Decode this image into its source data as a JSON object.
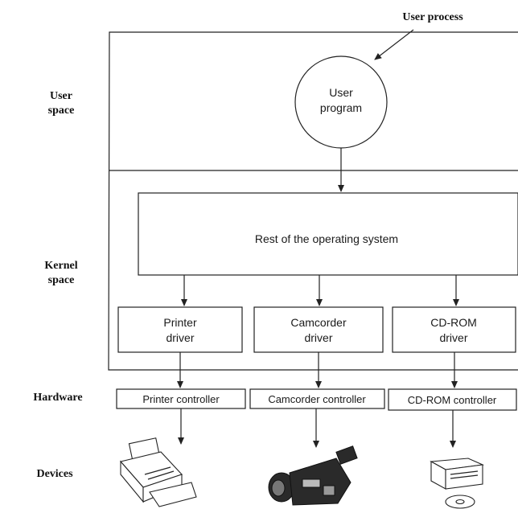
{
  "layers": {
    "user_space": [
      "User",
      "space"
    ],
    "kernel_space": [
      "Kernel",
      "space"
    ],
    "hardware": "Hardware",
    "devices": "Devices"
  },
  "user_process_label": "User process",
  "user_program": [
    "User",
    "program"
  ],
  "rest_of_os": "Rest of the operating system",
  "drivers": [
    {
      "lines": [
        "Printer",
        "driver"
      ]
    },
    {
      "lines": [
        "Camcorder",
        "driver"
      ]
    },
    {
      "lines": [
        "CD-ROM",
        "driver"
      ]
    }
  ],
  "controllers": [
    "Printer controller",
    "Camcorder controller",
    "CD-ROM controller"
  ],
  "device_icons": [
    "printer-icon",
    "camcorder-icon",
    "cdrom-drive-icon"
  ]
}
